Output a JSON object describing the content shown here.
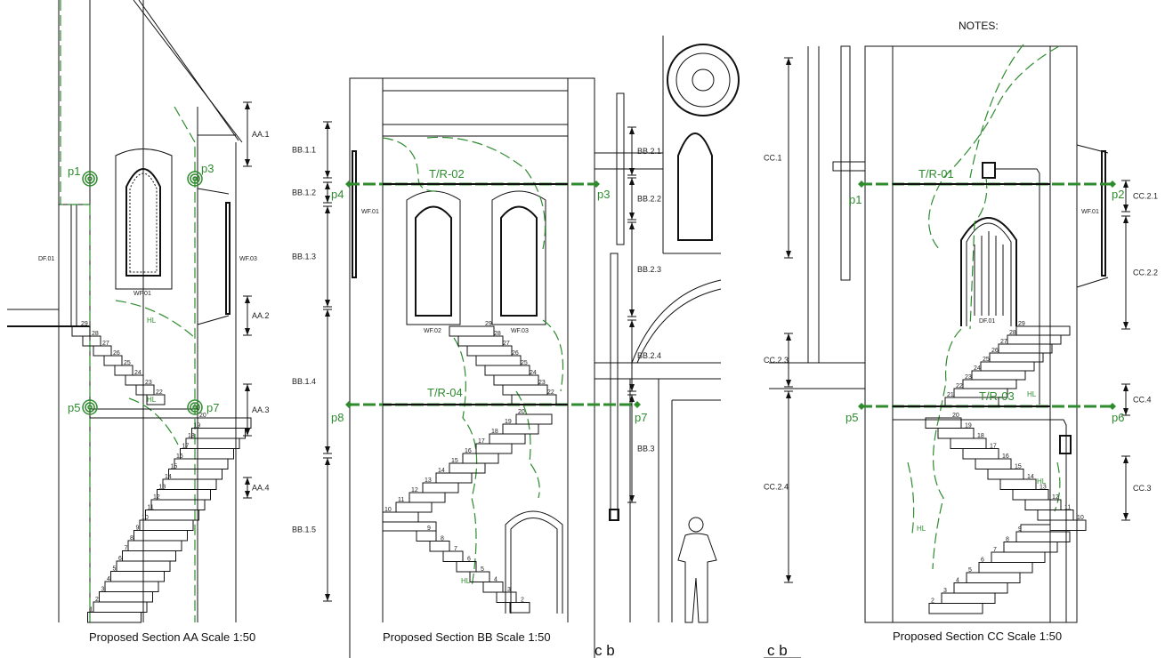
{
  "notes_label": "NOTES:",
  "colors": {
    "line": "#111111",
    "green": "#2e8b2e"
  },
  "section_aa": {
    "caption": "Proposed Section AA Scale 1:50",
    "points": [
      "p1",
      "p3",
      "p5",
      "p7"
    ],
    "dims": [
      "AA.1",
      "AA.2",
      "AA.3",
      "AA.4"
    ],
    "labels": {
      "door": "DF.01",
      "window": "WF.01",
      "window2": "WF.03",
      "hl1": "HL",
      "hl2": "HL"
    },
    "steps_upper": [
      "29",
      "28",
      "27",
      "26",
      "25",
      "24",
      "23",
      "22"
    ],
    "steps_lower": [
      "20",
      "19",
      "18",
      "17",
      "16",
      "15",
      "14",
      "13",
      "12",
      "11",
      "10",
      "9",
      "8",
      "7",
      "6",
      "5",
      "4",
      "3",
      "2",
      "1"
    ]
  },
  "section_bb": {
    "caption": "Proposed Section BB Scale 1:50",
    "cb": "c  b",
    "tr_upper": "T/R-02",
    "tr_lower": "T/R-04",
    "points": [
      "p4",
      "p3",
      "p8",
      "p7"
    ],
    "dims_left": [
      "BB.1.1",
      "BB.1.2",
      "BB.1.3",
      "BB.1.4",
      "BB.1.5"
    ],
    "dims_right": [
      "BB.2.1",
      "BB.2.2",
      "BB.2.3",
      "BB.2.4",
      "BB.3"
    ],
    "labels": {
      "wf01": "WF.01",
      "wf02": "WF.02",
      "wf03": "WF.03",
      "hl": "HL"
    },
    "steps_upper": [
      "29",
      "28",
      "27",
      "26",
      "25",
      "24",
      "23",
      "22"
    ],
    "steps_mid": [
      "20",
      "19",
      "18",
      "17",
      "16",
      "15",
      "14",
      "13",
      "12",
      "11",
      "10"
    ],
    "steps_lower": [
      "9",
      "8",
      "7",
      "6",
      "5",
      "4",
      "3",
      "2"
    ]
  },
  "section_cc": {
    "caption": "Proposed Section CC Scale 1:50",
    "cb": "c  b",
    "tr_upper": "T/R-01",
    "tr_lower": "T/R-03",
    "points": [
      "p1",
      "p2",
      "p5",
      "p6"
    ],
    "dims_left": [
      "CC.1",
      "CC.2.3",
      "CC.2.4"
    ],
    "dims_right": [
      "CC.2.1",
      "CC.2.2",
      "CC.4",
      "CC.3"
    ],
    "labels": {
      "df01": "DF.01",
      "wf01": "WF.01",
      "hl1": "HL",
      "hl2": "HL",
      "hl3": "HL"
    },
    "steps_upper": [
      "29",
      "28",
      "27",
      "26",
      "25",
      "24",
      "23",
      "22",
      "21"
    ],
    "steps_mid": [
      "20",
      "19",
      "18",
      "17",
      "16",
      "15",
      "14",
      "13",
      "12",
      "11",
      "10"
    ],
    "steps_lower": [
      "9",
      "8",
      "7",
      "6",
      "5",
      "4",
      "3",
      "2"
    ]
  }
}
